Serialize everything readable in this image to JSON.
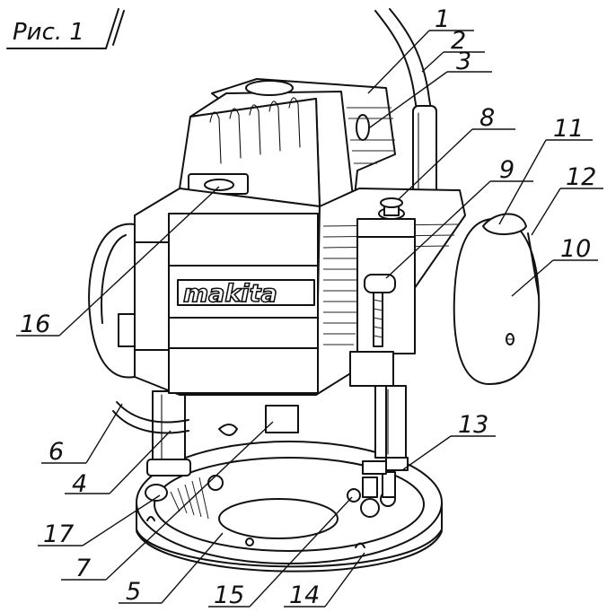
{
  "title": "Рис. 1",
  "brand": "makita",
  "callouts": [
    {
      "n": "1",
      "text": "1"
    },
    {
      "n": "2",
      "text": "2"
    },
    {
      "n": "3",
      "text": "3"
    },
    {
      "n": "4",
      "text": "4"
    },
    {
      "n": "5",
      "text": "5"
    },
    {
      "n": "6",
      "text": "6"
    },
    {
      "n": "7",
      "text": "7"
    },
    {
      "n": "8",
      "text": "8"
    },
    {
      "n": "9",
      "text": "9"
    },
    {
      "n": "10",
      "text": "10"
    },
    {
      "n": "11",
      "text": "11"
    },
    {
      "n": "12",
      "text": "12"
    },
    {
      "n": "13",
      "text": "13"
    },
    {
      "n": "14",
      "text": "14"
    },
    {
      "n": "15",
      "text": "15"
    },
    {
      "n": "16",
      "text": "16"
    },
    {
      "n": "17",
      "text": "17"
    }
  ]
}
